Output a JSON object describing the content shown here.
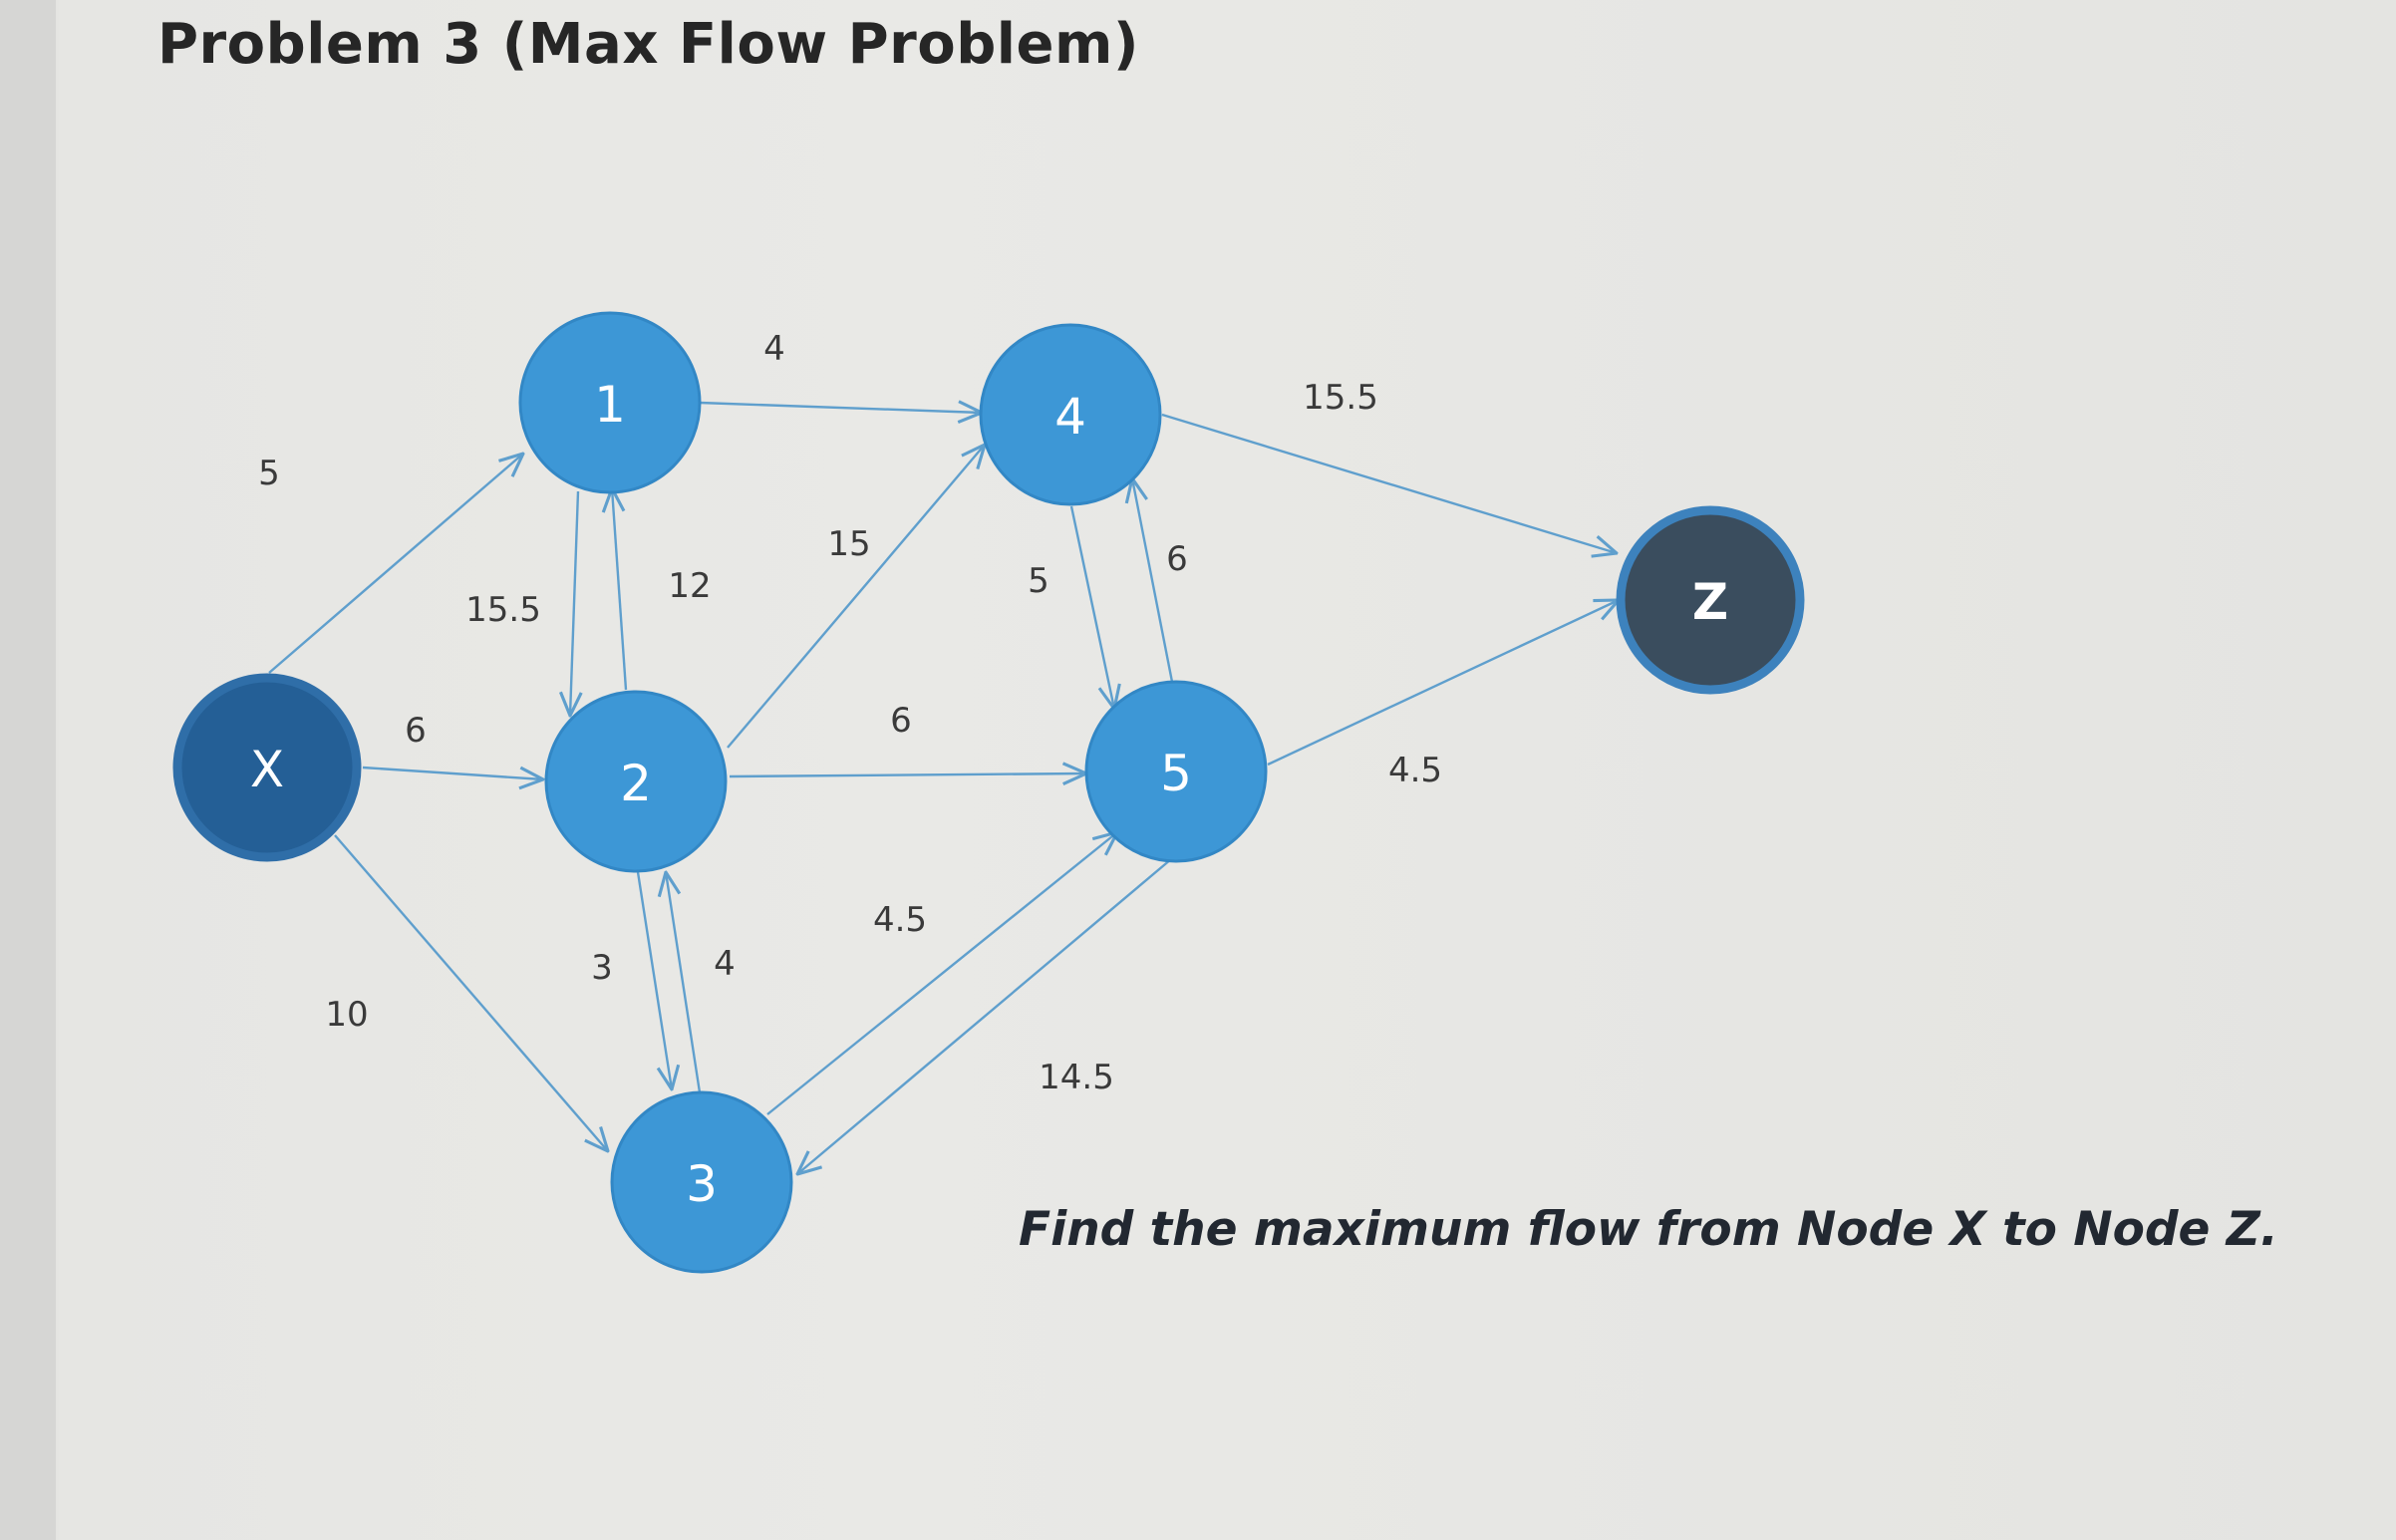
{
  "title": "Problem 3 (Max Flow Problem)",
  "question": "Find the maximum flow from Node X to Node Z.",
  "colors": {
    "intermediate_node": "#3d97d6",
    "source_node": "#245f96",
    "sink_node": "#3a4d5e",
    "edge": "#5f9fcd"
  },
  "nodes": [
    {
      "id": "X",
      "label": "X",
      "role": "source"
    },
    {
      "id": "1",
      "label": "1",
      "role": "intermediate"
    },
    {
      "id": "2",
      "label": "2",
      "role": "intermediate"
    },
    {
      "id": "3",
      "label": "3",
      "role": "intermediate"
    },
    {
      "id": "4",
      "label": "4",
      "role": "intermediate"
    },
    {
      "id": "5",
      "label": "5",
      "role": "intermediate"
    },
    {
      "id": "Z",
      "label": "Z",
      "role": "sink"
    }
  ],
  "edges": [
    {
      "from": "X",
      "to": "1",
      "capacity": "5"
    },
    {
      "from": "X",
      "to": "2",
      "capacity": "6"
    },
    {
      "from": "X",
      "to": "3",
      "capacity": "10"
    },
    {
      "from": "1",
      "to": "2",
      "capacity": "15.5"
    },
    {
      "from": "2",
      "to": "1",
      "capacity": "12"
    },
    {
      "from": "1",
      "to": "4",
      "capacity": "4"
    },
    {
      "from": "2",
      "to": "4",
      "capacity": "15"
    },
    {
      "from": "2",
      "to": "5",
      "capacity": "6"
    },
    {
      "from": "2",
      "to": "3",
      "capacity": "3"
    },
    {
      "from": "3",
      "to": "2",
      "capacity": "4"
    },
    {
      "from": "3",
      "to": "5",
      "capacity": "4.5"
    },
    {
      "from": "5",
      "to": "3",
      "capacity": "14.5"
    },
    {
      "from": "4",
      "to": "5",
      "capacity": "5"
    },
    {
      "from": "5",
      "to": "4",
      "capacity": "6"
    },
    {
      "from": "4",
      "to": "Z",
      "capacity": "15.5"
    },
    {
      "from": "5",
      "to": "Z",
      "capacity": "4.5"
    }
  ]
}
